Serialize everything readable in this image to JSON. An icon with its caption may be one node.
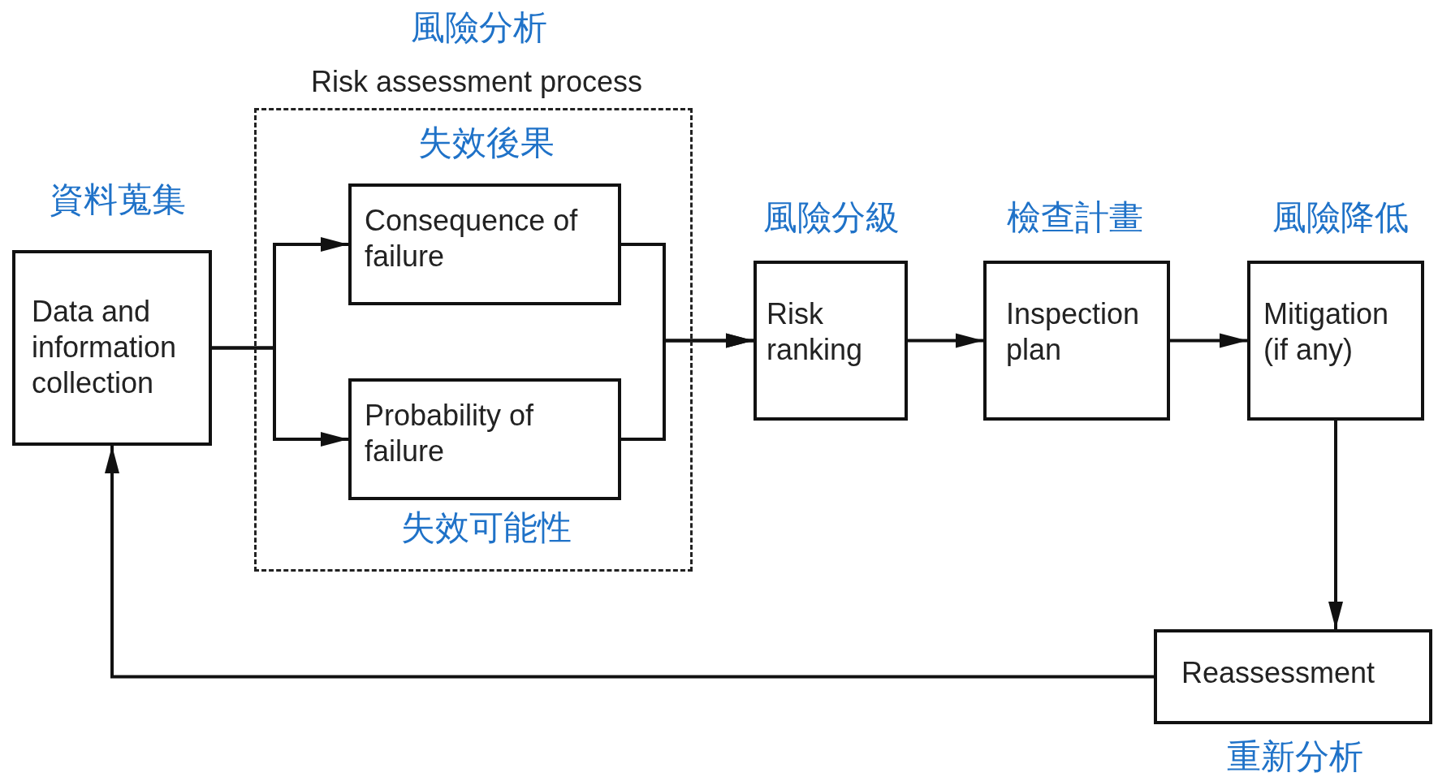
{
  "diagram": {
    "nodes": [
      {
        "text": [
          "Data and information collection"
        ],
        "beside": [
          "資料蒐集"
        ]
      },
      {
        "text": [
          "風險分析",
          "Risk assessment process"
        ]
      },
      {
        "text": [
          "Consequence of failure"
        ],
        "in": 1,
        "beside": [
          "失效後果"
        ]
      },
      {
        "text": [
          "Probability of failure"
        ],
        "in": 1,
        "beside": [
          "失效可能性"
        ]
      },
      {
        "text": [
          "Risk ranking"
        ],
        "beside": [
          "風險分級"
        ]
      },
      {
        "text": [
          "Inspection plan"
        ],
        "beside": [
          "檢查計畫"
        ]
      },
      {
        "text": [
          "Mitigation (if any)"
        ],
        "beside": [
          "風險降低"
        ]
      },
      {
        "text": [
          "Reassessment"
        ],
        "beside": [
          "重新分析"
        ]
      }
    ],
    "edges": [
      {
        "from": 0,
        "to": 2,
        "arrow": "to"
      },
      {
        "from": 0,
        "to": 3,
        "arrow": "to"
      },
      {
        "from": 2,
        "to": 4,
        "arrow": "to"
      },
      {
        "from": 3,
        "to": 4,
        "arrow": "to"
      },
      {
        "from": 4,
        "to": 5,
        "arrow": "to"
      },
      {
        "from": 5,
        "to": 6,
        "arrow": "to"
      },
      {
        "from": 6,
        "to": 7,
        "arrow": "to"
      },
      {
        "from": 7,
        "to": 0,
        "arrow": "to"
      }
    ]
  }
}
